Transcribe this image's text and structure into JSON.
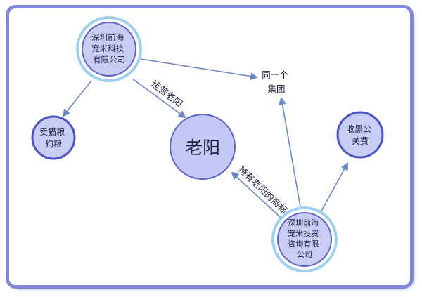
{
  "nodes": {
    "company_top": {
      "lines": [
        "深圳前海",
        "宠米科技",
        "有限公司"
      ]
    },
    "lao_yang": {
      "lines": [
        "老阳"
      ]
    },
    "dog_food": {
      "lines": [
        "卖猫粮",
        "狗粮"
      ]
    },
    "pr_fee": {
      "lines": [
        "收黑公",
        "关费"
      ]
    },
    "company_bottom": {
      "lines": [
        "深圳前海",
        "宠米投资",
        "咨询有限",
        "公司"
      ]
    }
  },
  "group_label": {
    "lines": [
      "同一个",
      "集团"
    ]
  },
  "edges": {
    "operates": "运营老阳",
    "holds_trademark": "持有老阳的商标"
  },
  "colors": {
    "frame": "#7f86dc",
    "node_fill": "#c8cdf6",
    "node_fill_big": "#c3c8f5",
    "node_stroke": "#5b63c9",
    "halo": "#9fd0ee",
    "arrow": "#6c88c9"
  }
}
